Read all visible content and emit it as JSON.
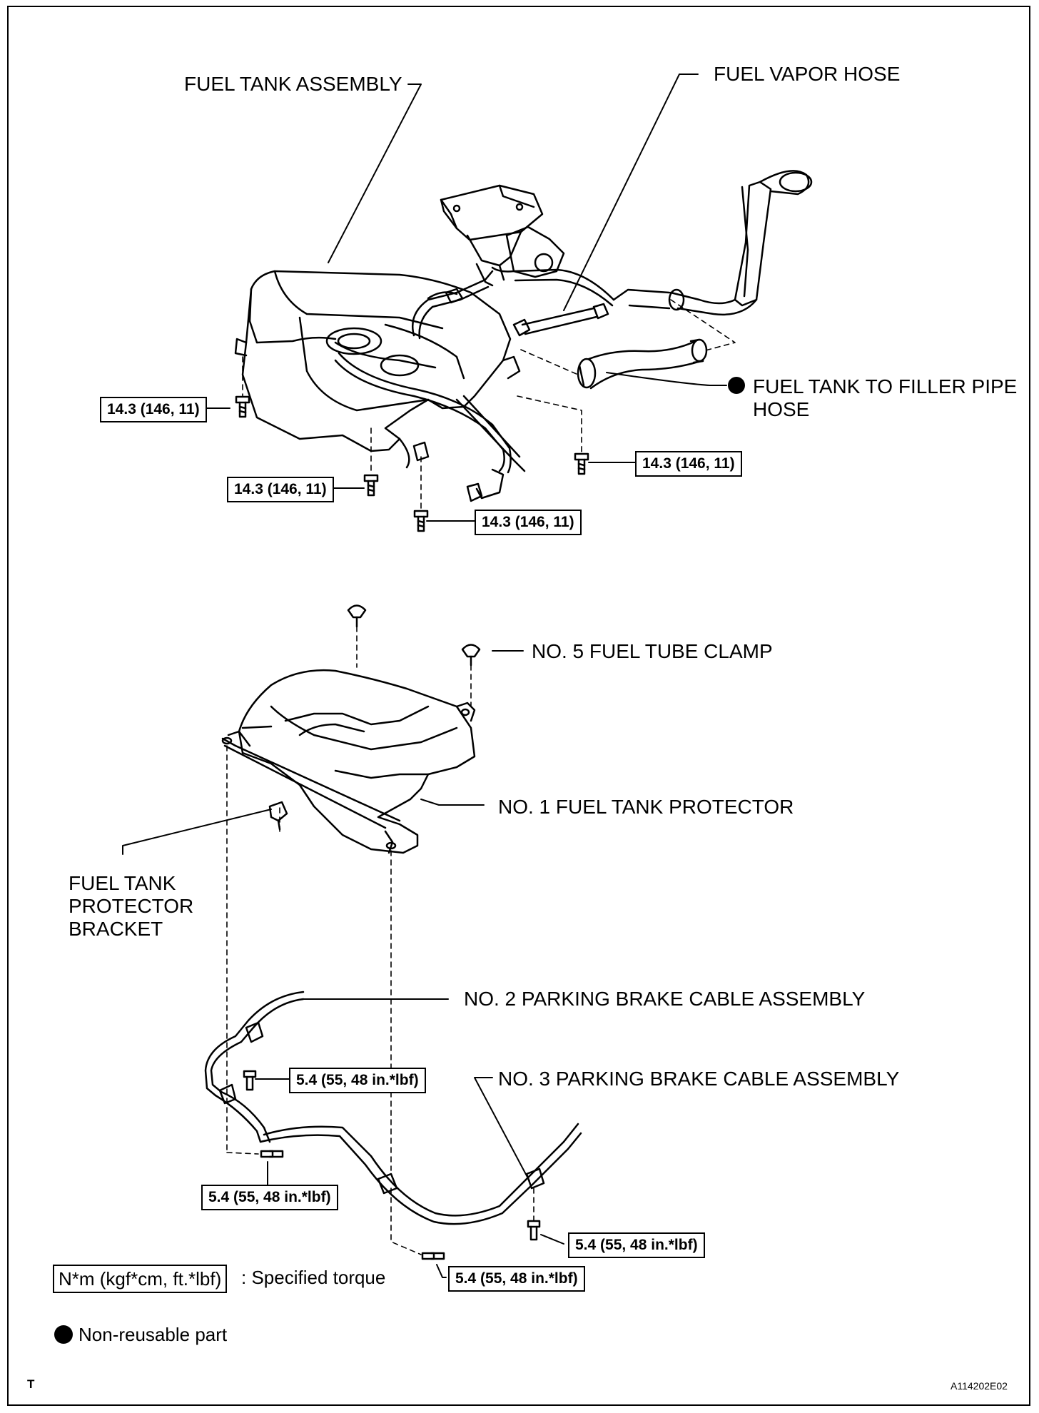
{
  "labels": {
    "fuel_tank_assembly": "FUEL TANK ASSEMBLY",
    "fuel_vapor_hose": "FUEL VAPOR HOSE",
    "filler_pipe_hose": [
      "FUEL TANK TO FILLER PIPE",
      "HOSE"
    ],
    "fuel_tube_clamp": "NO. 5 FUEL TUBE CLAMP",
    "fuel_tank_protector": "NO. 1 FUEL TANK PROTECTOR",
    "protector_bracket": [
      "FUEL TANK",
      "PROTECTOR",
      "BRACKET"
    ],
    "parking_brake_cable_2": "NO. 2 PARKING BRAKE CABLE ASSEMBLY",
    "parking_brake_cable_3": "NO. 3 PARKING BRAKE CABLE ASSEMBLY"
  },
  "torques": {
    "tank_left": "14.3 (146, 11)",
    "tank_bottom_left": "14.3 (146, 11)",
    "tank_bottom_center": "14.3 (146, 11)",
    "tank_right": "14.3 (146, 11)",
    "cable_upper": "5.4 (55, 48 in.*lbf)",
    "cable_left": "5.4 (55, 48 in.*lbf)",
    "cable_right": "5.4 (55, 48 in.*lbf)",
    "cable_bottom": "5.4 (55, 48 in.*lbf)"
  },
  "legend": {
    "torque_unit": "N*m (kgf*cm, ft.*lbf)",
    "torque_desc": ": Specified torque",
    "non_reusable": "Non-reusable part"
  },
  "corner_mark": "T",
  "figure_code": "A114202E02"
}
